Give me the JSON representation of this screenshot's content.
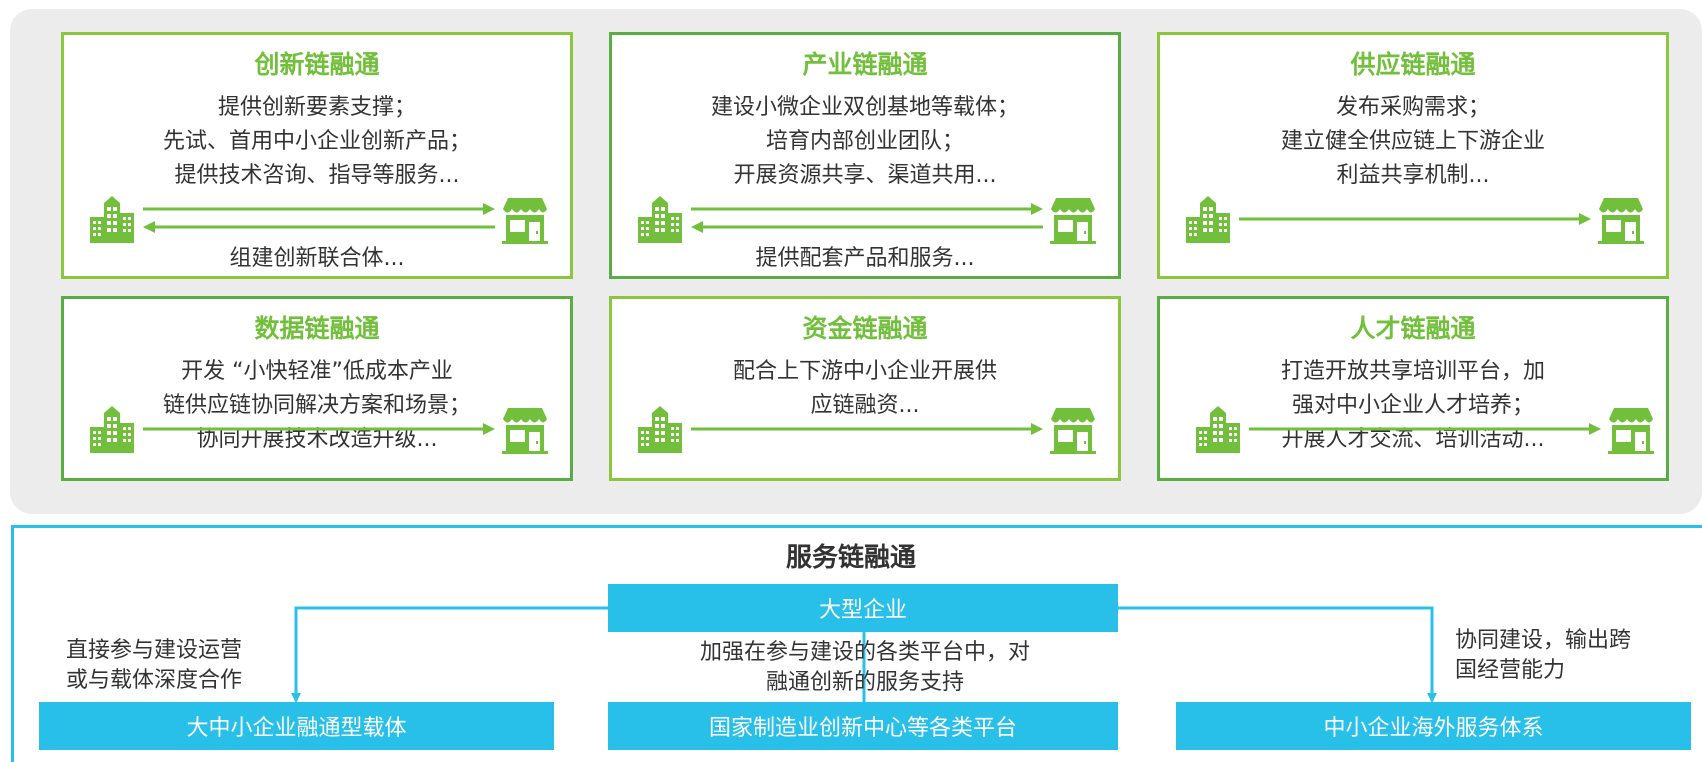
{
  "cards": [
    {
      "title": "创新链融通",
      "lines": [
        "提供创新要素支撑；",
        "先试、首用中小企业创新产品；",
        "提供技术咨询、指导等服务..."
      ],
      "bottom": "组建创新联合体...",
      "arrows": "double"
    },
    {
      "title": "产业链融通",
      "lines": [
        "建设小微企业双创基地等载体；",
        "培育内部创业团队；",
        "开展资源共享、渠道共用..."
      ],
      "bottom": "提供配套产品和服务...",
      "arrows": "double"
    },
    {
      "title": "供应链融通",
      "lines": [
        "发布采购需求；",
        "建立健全供应链上下游企业",
        "利益共享机制..."
      ],
      "bottom": "",
      "arrows": "single"
    },
    {
      "title": "数据链融通",
      "lines": [
        "开发 “小快轻准”低成本产业",
        "链供应链协同解决方案和场景；",
        "协同开展技术改造升级..."
      ],
      "bottom": "",
      "arrows": "single"
    },
    {
      "title": "资金链融通",
      "lines": [
        "配合上下游中小企业开展供",
        "应链融资..."
      ],
      "bottom": "",
      "arrows": "single"
    },
    {
      "title": "人才链融通",
      "lines": [
        "打造开放共享培训平台，加",
        "强对中小企业人才培养；",
        "开展人才交流、培训活动..."
      ],
      "bottom": "",
      "arrows": "single"
    }
  ],
  "service": {
    "title": "服务链融通",
    "center": "大型企业",
    "targets": [
      "大中小企业融通型载体",
      "国家制造业创新中心等各类平台",
      "中小企业海外服务体系"
    ],
    "notes": {
      "left": [
        "直接参与建设运营",
        "或与载体深度合作"
      ],
      "middle": [
        "加强在参与建设的各类平台中，对",
        "融通创新的服务支持"
      ],
      "right": [
        "协同建设，输出跨",
        "国经营能力"
      ]
    }
  },
  "colors": {
    "green": "#72bf3c",
    "cyan": "#28c0e8",
    "panel": "#ececec"
  },
  "icons": {
    "left": "office-building-icon",
    "right": "storefront-icon"
  }
}
